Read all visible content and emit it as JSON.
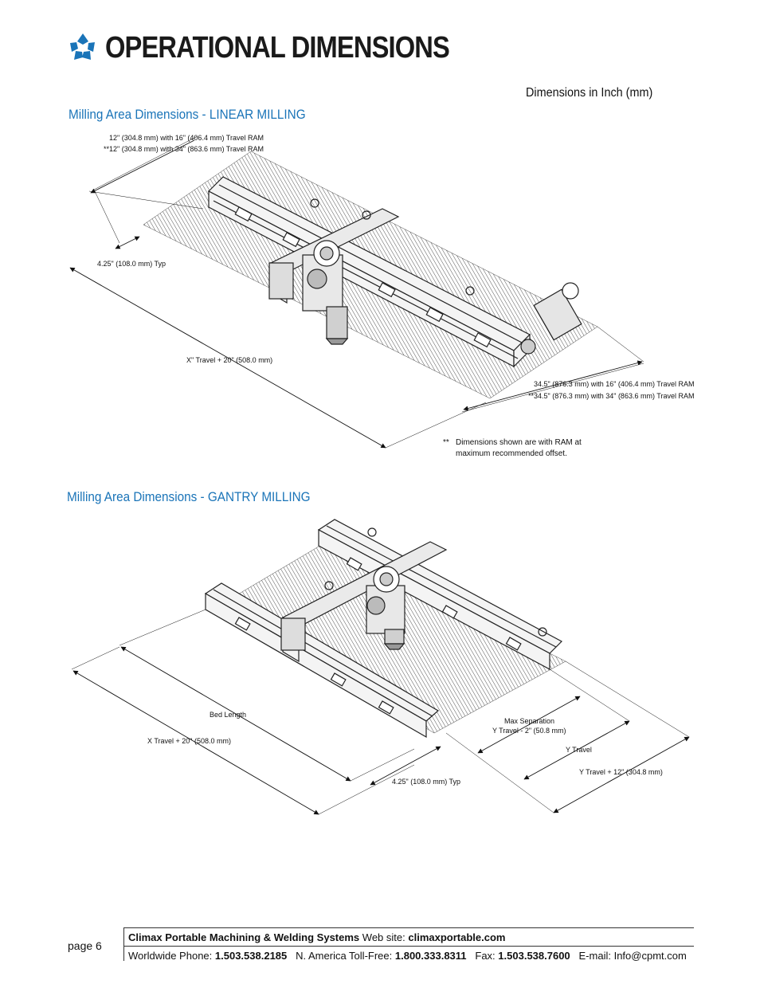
{
  "header": {
    "title": "OPERATIONAL DIMENSIONS",
    "logo_icon": "climax-logo-icon",
    "brand_color": "#1a74b8"
  },
  "units_note": "Dimensions in Inch (mm)",
  "linear": {
    "title": "Milling Area Dimensions - LINEAR MILLING",
    "label_ram_1": "12\" (304.8 mm) with 16\" (406.4 mm) Travel RAM",
    "label_ram_2": "**12\" (304.8 mm) with 34\" (863.6 mm) Travel RAM",
    "label_typ": "4.25\" (108.0 mm) Typ",
    "label_x_travel": "X\" Travel + 20\" (508.0 mm)",
    "label_width_1": "34.5\" (876.3 mm) with 16\" (406.4 mm) Travel RAM",
    "label_width_2": "**34.5\" (876.3 mm) with 34\" (863.6 mm) Travel RAM",
    "note_marker": "**",
    "note_line1": "Dimensions shown are with RAM at",
    "note_line2": "maximum recommended offset."
  },
  "gantry": {
    "title": "Milling Area Dimensions - GANTRY MILLING",
    "label_bed": "Bed Length",
    "label_x_travel": "X Travel + 20\" (508.0 mm)",
    "label_max_sep_1": "Max Separation",
    "label_max_sep_2": "Y Travel - 2\" (50.8 mm)",
    "label_y_travel": "Y Travel",
    "label_y_plus": "Y Travel + 12\" (304.8 mm)",
    "label_typ": "4.25\" (108.0 mm) Typ"
  },
  "footer": {
    "page": "page 6",
    "company": "Climax Portable Machining & Welding Systems",
    "web_label": "Web site:",
    "web": "climaxportable.com",
    "phone_label": "Worldwide Phone:",
    "phone": "1.503.538.2185",
    "tollfree_label": "N. America Toll-Free:",
    "tollfree": "1.800.333.8311",
    "fax_label": "Fax:",
    "fax": "1.503.538.7600",
    "email_label": "E-mail:",
    "email": "Info@cpmt.com"
  }
}
